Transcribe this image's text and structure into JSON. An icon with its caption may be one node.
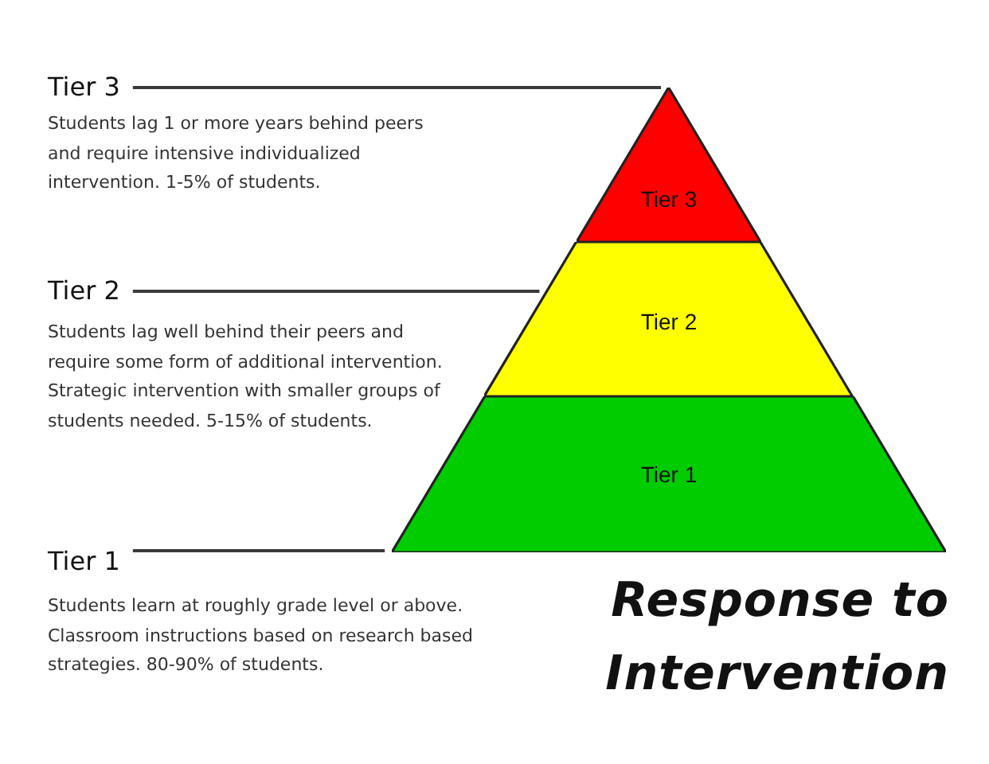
{
  "diagram": {
    "title": "Response to Intervention",
    "nodes": [
      {
        "text": [
          "Tier 3",
          "Students lag 1 or more years behind peers and require intensive individualized intervention. 1-5% of students."
        ]
      },
      {
        "text": [
          "Tier 3"
        ]
      },
      {
        "text": [
          "Tier 2",
          "Students lag well behind their peers and require some form of additional intervention. Strategic intervention with smaller groups of students needed. 5-15% of students."
        ]
      },
      {
        "text": [
          "Tier 2"
        ]
      },
      {
        "text": [
          "Tier 1",
          "Students learn at roughly grade level or above. Classroom instructions based on research based strategies. 80-90% of students."
        ]
      },
      {
        "text": [
          "Tier 1"
        ]
      }
    ],
    "edges": [
      {
        "from": 0,
        "to": 1,
        "arrow": "none"
      },
      {
        "from": 2,
        "to": 3,
        "arrow": "none"
      },
      {
        "from": 4,
        "to": 5,
        "arrow": "none"
      }
    ]
  }
}
